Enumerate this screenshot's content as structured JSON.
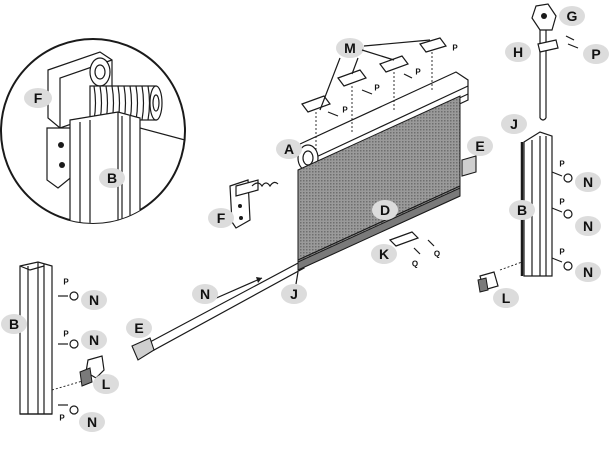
{
  "labels": {
    "A": "A",
    "B": "B",
    "D": "D",
    "E": "E",
    "F": "F",
    "G": "G",
    "H": "H",
    "J": "J",
    "K": "K",
    "L": "L",
    "M": "M",
    "N": "N",
    "P": "P",
    "Q": "Q"
  },
  "colors": {
    "callout_fill": "#dcdcdc",
    "line": "#1a1a1a",
    "fabric": "#8a8a8a",
    "metal": "#cfcfcf"
  }
}
